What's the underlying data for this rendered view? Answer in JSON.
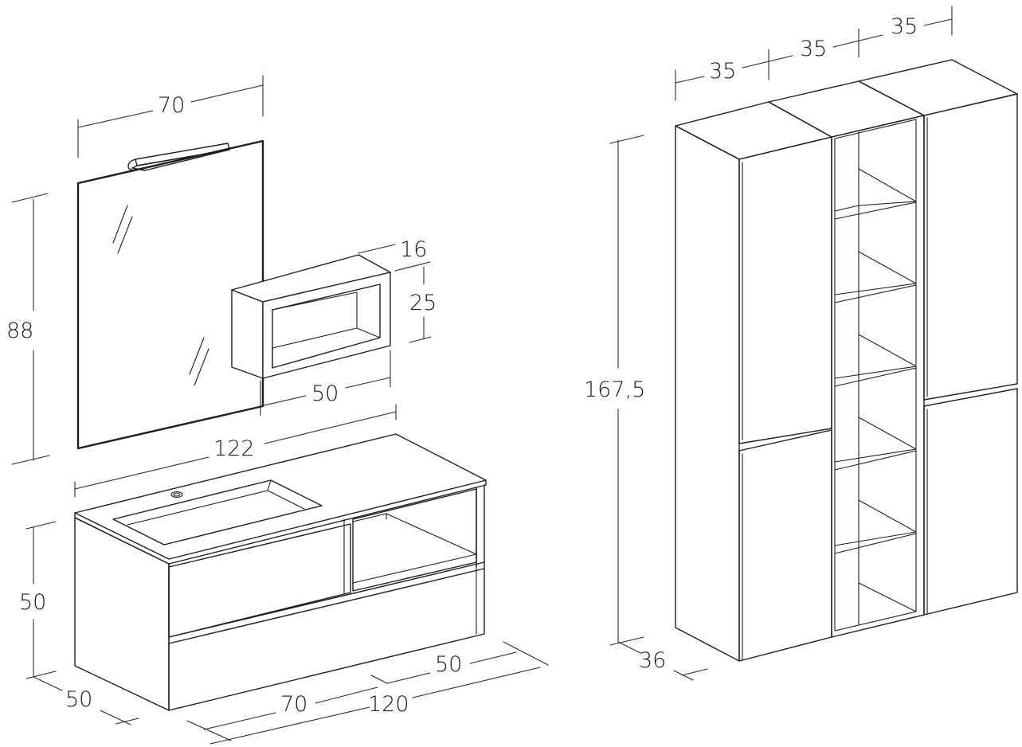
{
  "labels": {
    "mirror_width": "70",
    "mirror_height": "88",
    "shelf_depth": "16",
    "shelf_height": "25",
    "shelf_width": "50",
    "vanity_top_width": "122",
    "vanity_height": "50",
    "vanity_depth": "50",
    "drawer_width": "70",
    "open_shelf_width": "50",
    "vanity_base_width": "120",
    "column_width_left": "35",
    "column_width_middle": "35",
    "column_width_right": "35",
    "column_height": "167,5",
    "column_depth": "36"
  }
}
